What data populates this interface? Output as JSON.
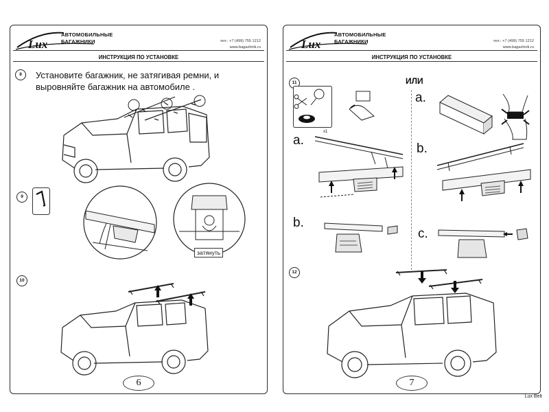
{
  "header": {
    "logo_text": "Lux",
    "brand_line1": "АВТОМОБИЛЬНЫЕ",
    "brand_line2": "БАГАЖНИКИ",
    "phone": "тел.: +7 (499) 755 1212",
    "website": "www.bagazhnik.ru",
    "subtitle": "ИНСТРУКЦИЯ ПО УСТАНОВКЕ"
  },
  "left_page": {
    "step8": {
      "number": "8",
      "text_line1": "Установите багажник, не затягивая ремни, и",
      "text_line2": "выровняйте багажник на автомобиле ."
    },
    "step9": {
      "number": "9",
      "tighten_label": "затянуть"
    },
    "step10": {
      "number": "10"
    },
    "page_number": "6"
  },
  "right_page": {
    "step11": {
      "number": "11",
      "quantity": "x1",
      "or_label": "ИЛИ",
      "left_a": "a.",
      "left_b": "b.",
      "right_a": "a.",
      "right_b": "b.",
      "right_c": "c."
    },
    "step12": {
      "number": "12"
    },
    "page_number": "7"
  },
  "footer": {
    "text": "Lux Belt"
  }
}
